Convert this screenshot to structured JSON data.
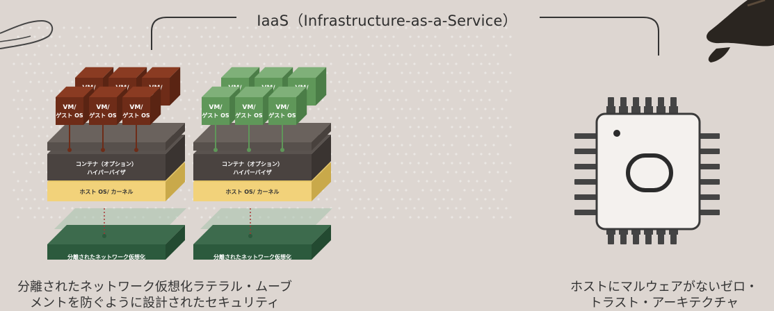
{
  "title": "IaaS（Infrastructure-as-a-Service）",
  "stacks": [
    {
      "id": "brown",
      "colors": {
        "top": "#8a3b22",
        "left": "#6e2c18",
        "right": "#5a2413"
      },
      "vm_back_label": "VM/",
      "vm_back_os": "OS",
      "vm_front_label": "VM/",
      "vm_front_sub": "ゲスト OS",
      "container_line1": "コンテナ（オプション）",
      "container_line2": "ハイパーバイザ",
      "host_label": "ホスト OS/ カーネル",
      "network_label": "分離されたネットワーク仮想化"
    },
    {
      "id": "green",
      "colors": {
        "top": "#7fb079",
        "left": "#5f9759",
        "right": "#4b7d47"
      },
      "vm_back_label": "VM/",
      "vm_back_os": "OS",
      "vm_front_label": "VM/",
      "vm_front_sub": "ゲスト OS",
      "container_line1": "コンテナ（オプション）",
      "container_line2": "ハイパーバイザ",
      "host_label": "ホスト OS/ カーネル",
      "network_label": "分離されたネットワーク仮想化"
    }
  ],
  "caption_left": "分離されたネットワーク仮想化ラテラル・ムーブ\nメントを防ぐように設計されたセキュリティ",
  "caption_right": "ホストにマルウェアがないゼロ・\nトラスト・アーキテクチャ",
  "icon": "oracle-chip-icon"
}
